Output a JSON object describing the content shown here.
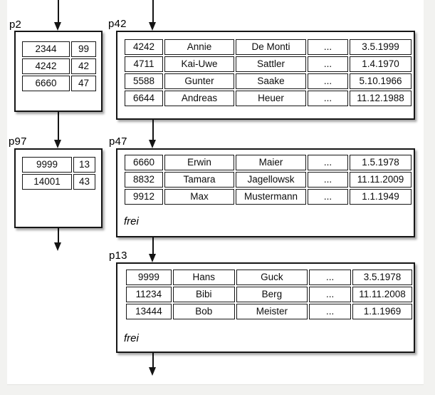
{
  "colors": {
    "page_background": "#f2f2f0",
    "slide_background": "#ffffff",
    "line": "#161616",
    "text": "#0d0d0d"
  },
  "nodes": [
    {
      "id": "p2",
      "label": "p2",
      "kind": "directory-page",
      "rows": [
        [
          "2344",
          "99"
        ],
        [
          "4242",
          "42"
        ],
        [
          "6660",
          "47"
        ]
      ]
    },
    {
      "id": "p42",
      "label": "p42",
      "kind": "data-page",
      "rows": [
        [
          "4242",
          "Annie",
          "De Monti",
          "...",
          "3.5.1999"
        ],
        [
          "4711",
          "Kai-Uwe",
          "Sattler",
          "...",
          "1.4.1970"
        ],
        [
          "5588",
          "Gunter",
          "Saake",
          "...",
          "5.10.1966"
        ],
        [
          "6644",
          "Andreas",
          "Heuer",
          "...",
          "11.12.1988"
        ]
      ]
    },
    {
      "id": "p97",
      "label": "p97",
      "kind": "directory-page",
      "rows": [
        [
          "9999",
          "13"
        ],
        [
          "14001",
          "43"
        ]
      ]
    },
    {
      "id": "p47",
      "label": "p47",
      "kind": "data-page",
      "free_label": "frei",
      "rows": [
        [
          "6660",
          "Erwin",
          "Maier",
          "...",
          "1.5.1978"
        ],
        [
          "8832",
          "Tamara",
          "Jagellowsk",
          "...",
          "11.11.2009"
        ],
        [
          "9912",
          "Max",
          "Mustermann",
          "...",
          "1.1.1949"
        ]
      ]
    },
    {
      "id": "p13",
      "label": "p13",
      "kind": "data-page",
      "free_label": "frei",
      "rows": [
        [
          "9999",
          "Hans",
          "Guck",
          "...",
          "3.5.1978"
        ],
        [
          "11234",
          "Bibi",
          "Berg",
          "...",
          "11.11.2008"
        ],
        [
          "13444",
          "Bob",
          "Meister",
          "...",
          "1.1.1969"
        ]
      ]
    }
  ],
  "connections": [
    {
      "from": "above",
      "to": "p2"
    },
    {
      "from": "above",
      "to": "p42"
    },
    {
      "from": "p2",
      "to": "p97"
    },
    {
      "from": "p97",
      "to": "below"
    },
    {
      "from": "p42",
      "to": "p47"
    },
    {
      "from": "p47",
      "to": "p13"
    },
    {
      "from": "p13",
      "to": "below"
    }
  ]
}
